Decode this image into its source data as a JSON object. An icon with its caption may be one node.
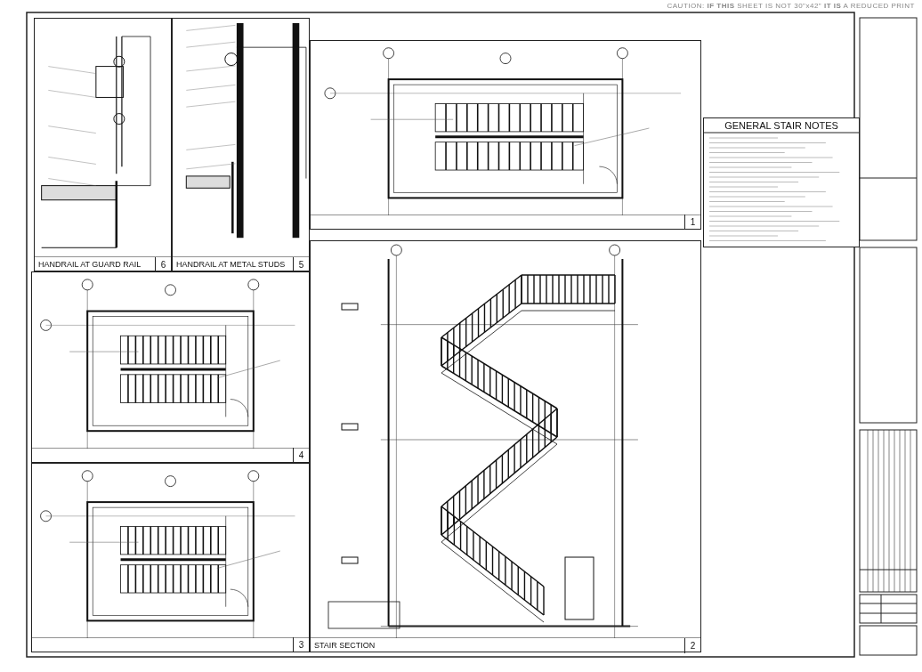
{
  "diagram": {
    "nodes": [
      {
        "text": [
          "HANDRAIL AT GUARD RAIL",
          "6"
        ]
      },
      {
        "text": [
          "HANDRAIL AT METAL STUDS",
          "5"
        ]
      },
      {
        "text": [
          "1"
        ]
      },
      {
        "text": [
          "GENERAL STAIR NOTES"
        ]
      },
      {
        "text": [
          "4"
        ]
      },
      {
        "text": [
          "3"
        ]
      },
      {
        "text": [
          "STAIR SECTION",
          "2"
        ]
      }
    ],
    "labels": [
      "CAUTION:  **IF THIS** SHEET IS NOT 30\"x42\" **IT IS** A REDUCED PRINT"
    ]
  }
}
